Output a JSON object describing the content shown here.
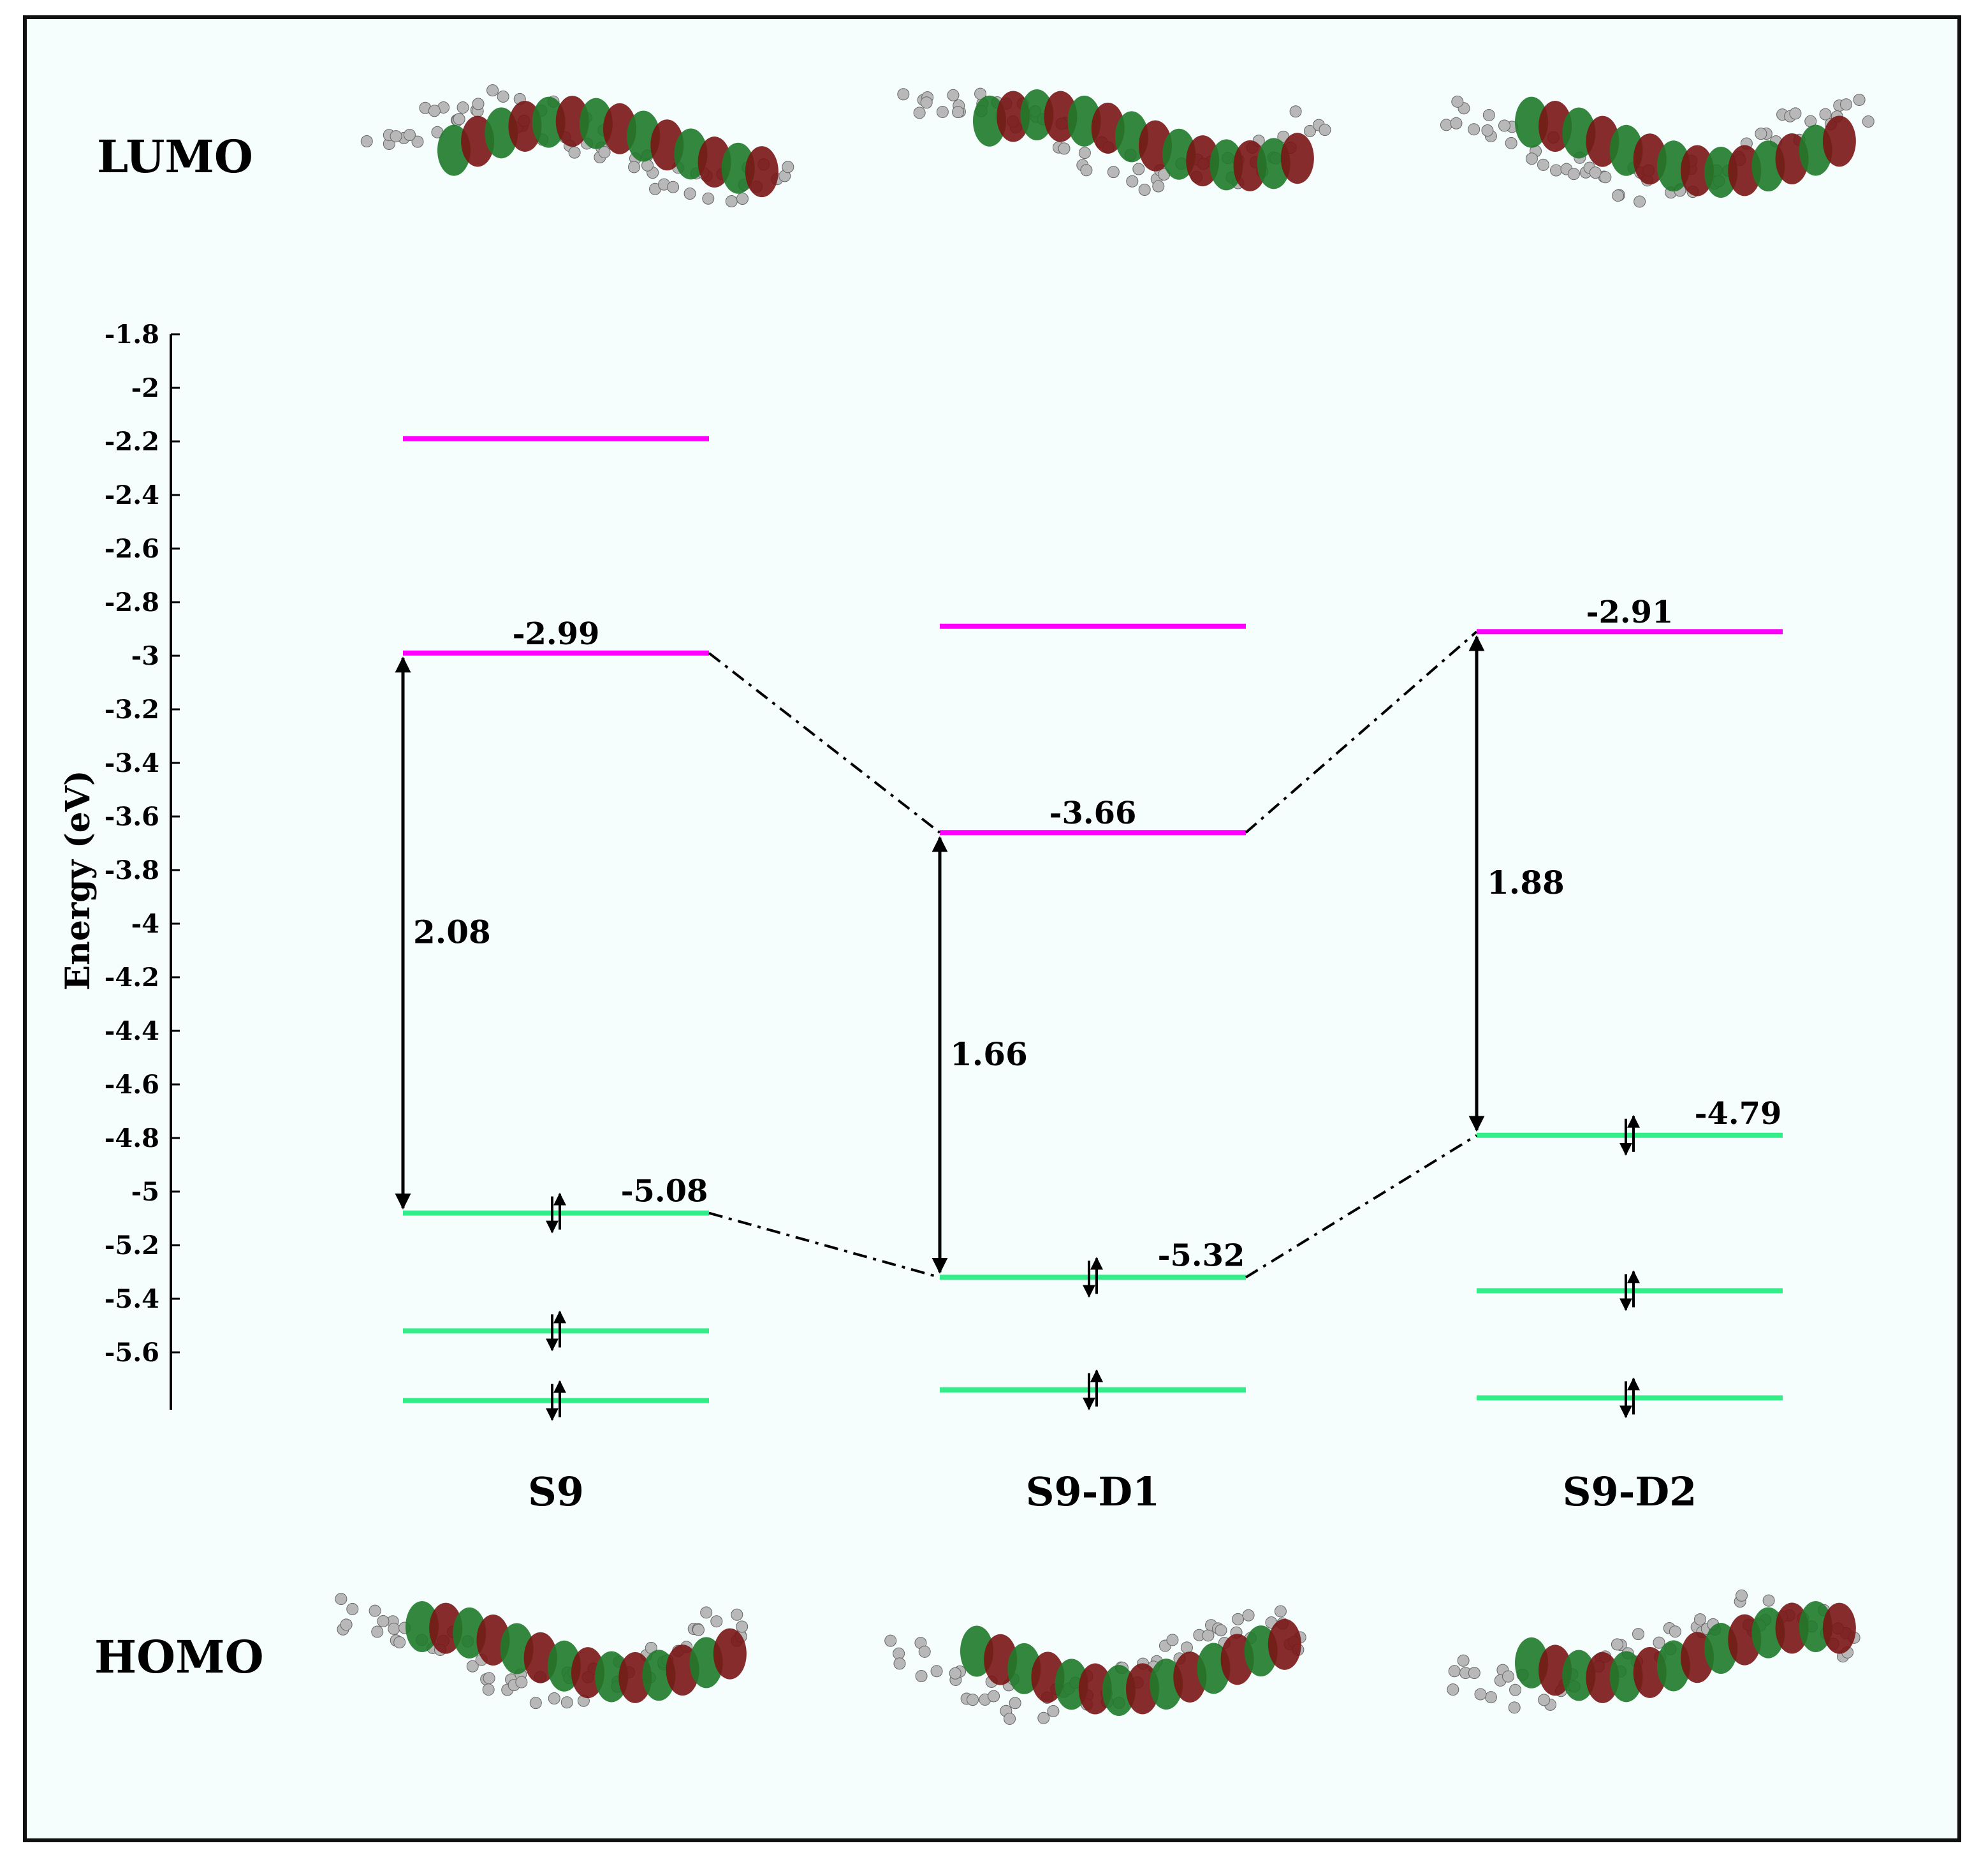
{
  "colors": {
    "lumo": "#ff00ff",
    "homo": "#33ee88",
    "arrow": "#000000",
    "background": "#f5fdfd",
    "orbital_green": "#1f7a2a",
    "orbital_red": "#7a1515"
  },
  "orbital_row_labels": {
    "top": "LUMO",
    "bottom": "HOMO"
  },
  "axis": {
    "label": "Energy (eV)",
    "ticks": [
      "-1.8",
      "-2",
      "-2.2",
      "-2.4",
      "-2.6",
      "-2.8",
      "-3",
      "-3.2",
      "-3.4",
      "-3.6",
      "-3.8",
      "-4",
      "-4.2",
      "-4.4",
      "-4.6",
      "-4.8",
      "-5",
      "-5.2",
      "-5.4",
      "-5.6"
    ]
  },
  "chart_data": {
    "type": "energy-level-diagram",
    "ylabel": "Energy (eV)",
    "ylim": [
      -5.8,
      -1.8
    ],
    "systems": [
      {
        "name": "S9",
        "unoccupied": [
          -2.19,
          -2.99
        ],
        "occupied": [
          -5.08,
          -5.52,
          -5.78
        ],
        "lumo_label": "-2.99",
        "homo_label": "-5.08",
        "gap_label": "2.08"
      },
      {
        "name": "S9-D1",
        "unoccupied": [
          -2.89,
          -3.66
        ],
        "occupied": [
          -5.32,
          -5.74,
          -5.74
        ],
        "lumo_label": "-3.66",
        "homo_label": "-5.32",
        "gap_label": "1.66"
      },
      {
        "name": "S9-D2",
        "unoccupied": [
          -2.91
        ],
        "occupied": [
          -4.79,
          -5.37,
          -5.77
        ],
        "lumo_label": "-2.91",
        "homo_label": "-4.79",
        "gap_label": "1.88"
      }
    ]
  }
}
